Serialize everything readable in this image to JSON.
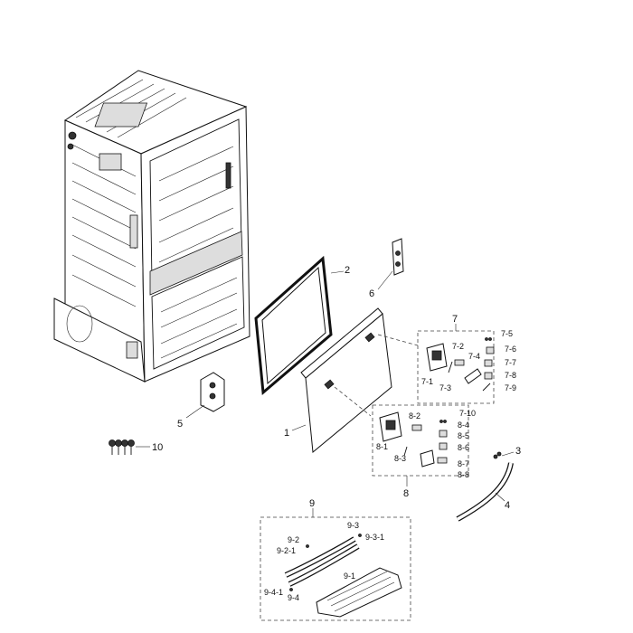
{
  "callouts": {
    "c1": "1",
    "c2": "2",
    "c3": "3",
    "c4": "4",
    "c5": "5",
    "c6": "6",
    "c7": "7",
    "c7_1": "7-1",
    "c7_2": "7-2",
    "c7_3": "7-3",
    "c7_4": "7-4",
    "c7_5": "7-5",
    "c7_6": "7-6",
    "c7_7": "7-7",
    "c7_8": "7-8",
    "c7_9": "7-9",
    "c7_10": "7-10",
    "c8": "8",
    "c8_1": "8-1",
    "c8_2": "8-2",
    "c8_3": "8-3",
    "c8_4": "8-4",
    "c8_5": "8-5",
    "c8_6": "8-6",
    "c8_7": "8-7",
    "c8_8": "8-8",
    "c9": "9",
    "c9_1": "9-1",
    "c9_2": "9-2",
    "c9_2_1": "9-2-1",
    "c9_3": "9-3",
    "c9_3_1": "9-3-1",
    "c9_4": "9-4",
    "c9_4_1": "9-4-1",
    "c10": "10"
  }
}
